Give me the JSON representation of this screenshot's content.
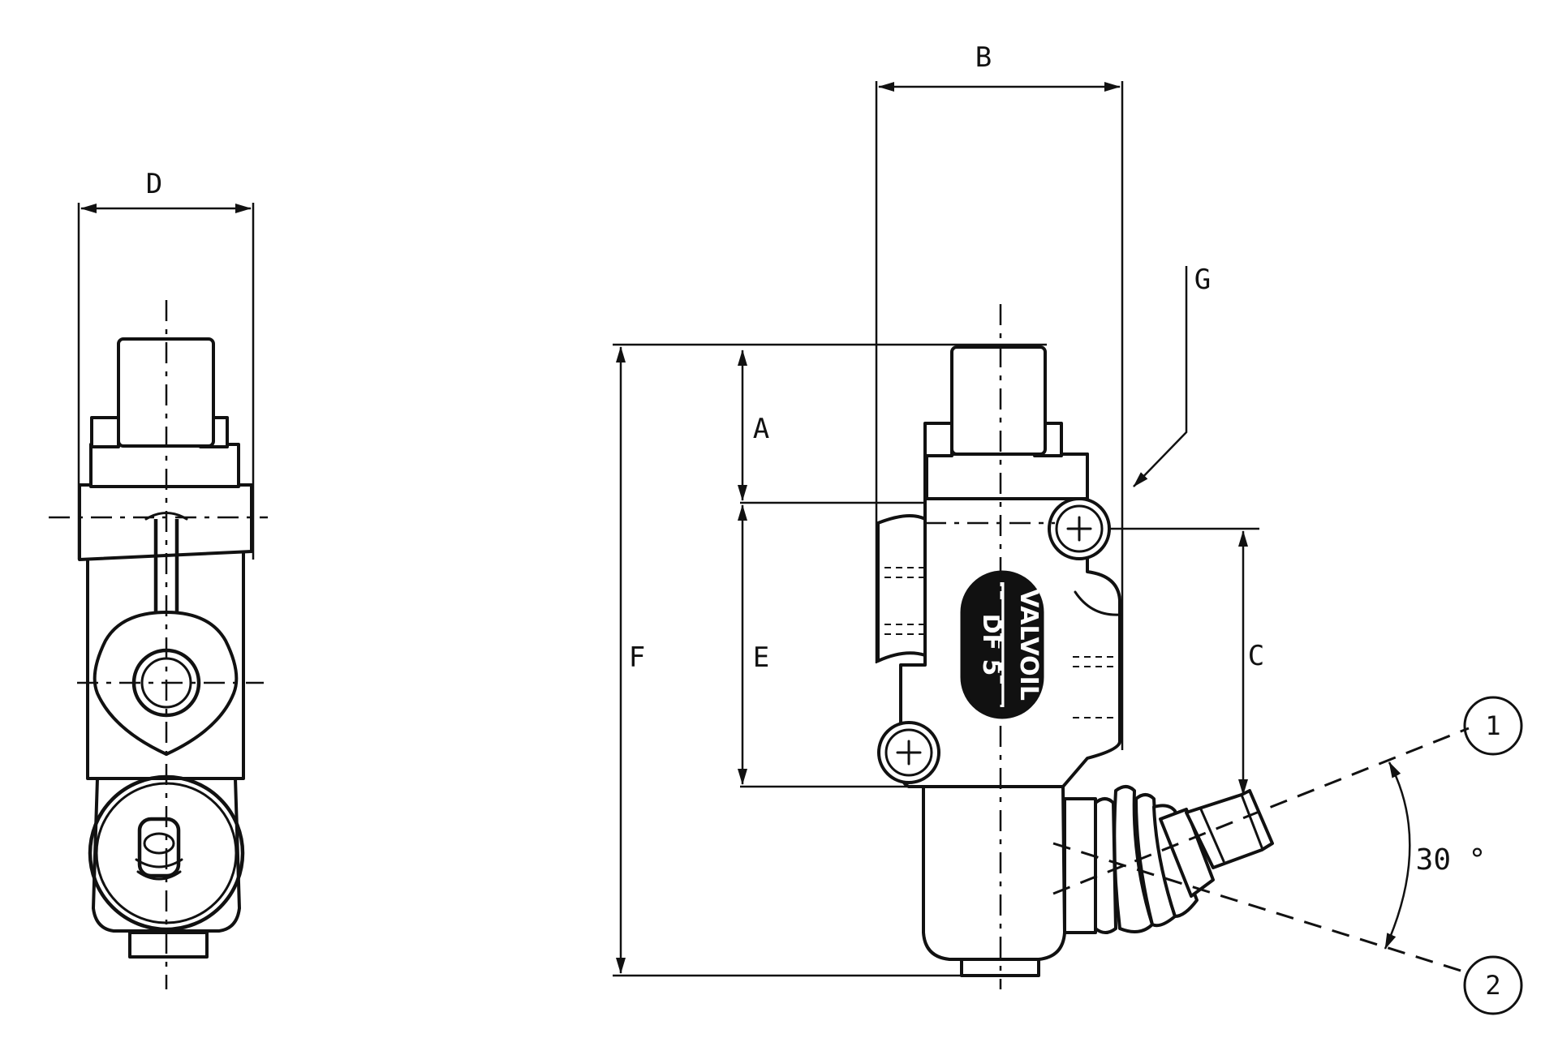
{
  "labels": {
    "a": "A",
    "b": "B",
    "c": "C",
    "d": "D",
    "e": "E",
    "f": "F",
    "g": "G"
  },
  "angle": "30 °",
  "positions": [
    "1",
    "2"
  ],
  "brand": {
    "name": "VALVOIL",
    "model": "DF 5"
  },
  "colors": {
    "line": "#111111",
    "background": "#ffffff"
  }
}
